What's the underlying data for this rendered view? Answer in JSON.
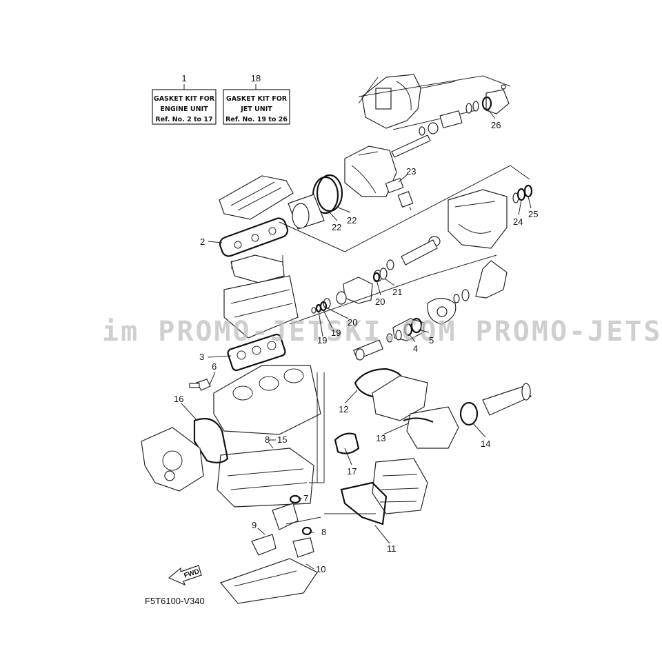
{
  "kits": [
    {
      "ref": "1",
      "lines": [
        "GASKET KIT FOR",
        "ENGINE UNIT",
        "Ref. No. 2 to 17"
      ]
    },
    {
      "ref": "18",
      "lines": [
        "GASKET KIT FOR",
        "JET UNIT",
        "Ref. No. 19 to 26"
      ]
    }
  ],
  "callouts": {
    "c2": "2",
    "c3": "3",
    "c4": "4",
    "c5": "5",
    "c6": "6",
    "c7": "7",
    "c8a": "8",
    "c8b": "8",
    "c9": "9",
    "c10": "10",
    "c11": "11",
    "c12": "12",
    "c13": "13",
    "c14": "14",
    "c15": "15",
    "c16": "16",
    "c17": "17",
    "c19a": "19",
    "c19b": "19",
    "c20a": "20",
    "c20b": "20",
    "c21": "21",
    "c22a": "22",
    "c22b": "22",
    "c23": "23",
    "c24": "24",
    "c25": "25",
    "c26": "26"
  },
  "fwd_label": "FWD",
  "figure_code": "F5T6100-V340",
  "watermark": "im PROMO-JETSKI.COM PROMO-JETS"
}
